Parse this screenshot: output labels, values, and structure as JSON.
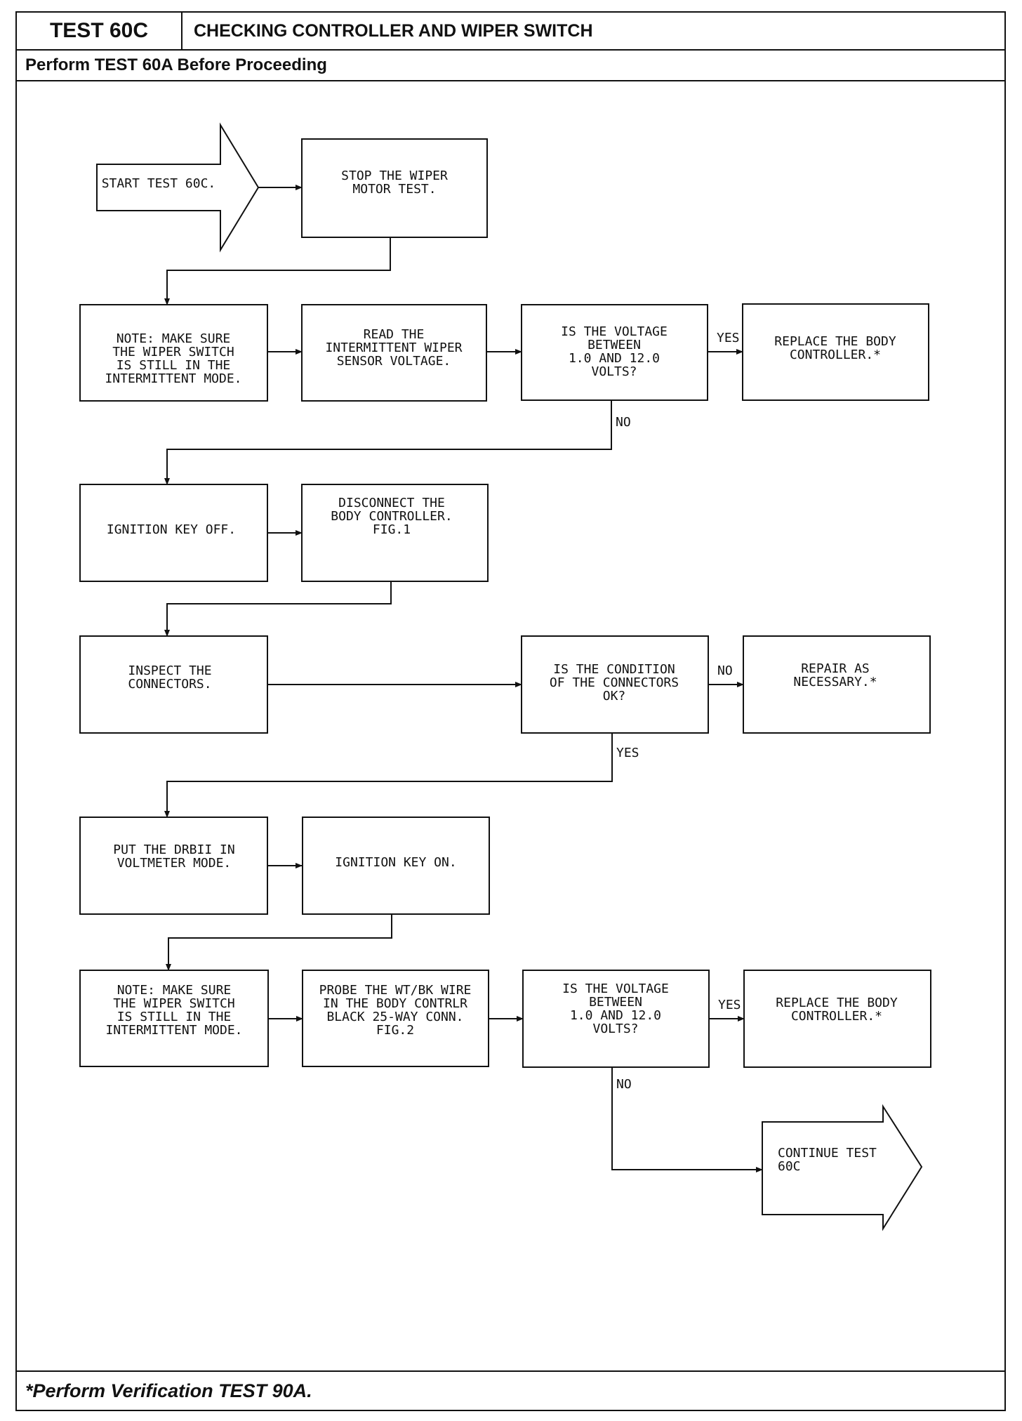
{
  "header": {
    "test_id": "TEST 60C",
    "title": "CHECKING CONTROLLER AND WIPER SWITCH",
    "subtitle": "Perform TEST 60A Before Proceeding"
  },
  "footer": {
    "note": "*Perform Verification TEST 90A."
  },
  "flow": {
    "start": [
      "START TEST 60C."
    ],
    "stop_motor": [
      "STOP THE WIPER",
      "MOTOR TEST."
    ],
    "note_1": [
      "NOTE:  MAKE SURE",
      "THE WIPER SWITCH",
      "IS STILL IN THE",
      "INTERMITTENT MODE."
    ],
    "read_voltage": [
      "READ THE",
      "INTERMITTENT WIPER",
      "SENSOR VOLTAGE."
    ],
    "voltage_q1": [
      "IS THE VOLTAGE",
      "BETWEEN",
      "1.0 AND 12.0",
      "VOLTS?"
    ],
    "replace_1": [
      "REPLACE THE BODY",
      "CONTROLLER.*"
    ],
    "ignition_off": [
      "IGNITION KEY OFF."
    ],
    "disconnect": [
      "DISCONNECT THE",
      "BODY CONTROLLER.",
      "",
      "",
      "FIG.1"
    ],
    "inspect": [
      "INSPECT THE",
      "CONNECTORS."
    ],
    "condition_q": [
      "IS THE CONDITION",
      "OF THE CONNECTORS",
      "OK?"
    ],
    "repair": [
      "REPAIR AS",
      "NECESSARY.*"
    ],
    "drbii": [
      "PUT THE DRBII IN",
      "VOLTMETER MODE."
    ],
    "ignition_on": [
      "IGNITION KEY ON."
    ],
    "note_2": [
      "NOTE:  MAKE SURE",
      "THE WIPER SWITCH",
      "IS STILL IN THE",
      "INTERMITTENT MODE."
    ],
    "probe": [
      "PROBE THE WT/BK WIRE",
      "IN THE BODY CONTRLR",
      "BLACK 25-WAY CONN.",
      "",
      "FIG.2"
    ],
    "voltage_q2": [
      "IS THE VOLTAGE",
      "BETWEEN",
      "1.0 AND 12.0",
      "VOLTS?"
    ],
    "replace_2": [
      "REPLACE THE BODY",
      "CONTROLLER.*"
    ],
    "continue": [
      "CONTINUE TEST",
      "60C"
    ],
    "labels": {
      "yes_1": "YES",
      "no_1": "NO",
      "no_2": "NO",
      "yes_2": "YES",
      "yes_3": "YES",
      "no_3": "NO"
    }
  }
}
